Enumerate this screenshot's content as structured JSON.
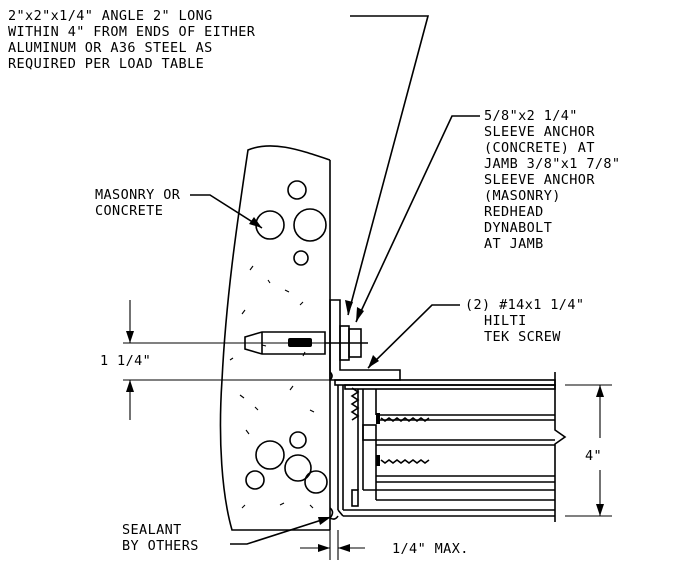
{
  "notes": {
    "angle": [
      "2\"x2\"x1/4\" ANGLE 2\" LONG",
      "WITHIN 4\" FROM ENDS OF EITHER",
      "ALUMINUM OR A36 STEEL AS",
      "REQUIRED PER LOAD TABLE"
    ],
    "anchor": [
      "5/8\"x2 1/4\"",
      "SLEEVE ANCHOR",
      "(CONCRETE) AT",
      "JAMB 3/8\"x1 7/8\"",
      "SLEEVE ANCHOR",
      "(MASONRY)",
      "REDHEAD",
      "DYNABOLT",
      "AT JAMB"
    ],
    "masonry": [
      "MASONRY OR",
      "CONCRETE"
    ],
    "screw": [
      "(2) #14x1 1/4\"",
      "HILTI",
      "TEK SCREW"
    ],
    "sealant": [
      "SEALANT",
      "BY OTHERS"
    ]
  },
  "dimensions": {
    "anchor_offset": "1 1/4\"",
    "frame_depth": "4\"",
    "gap": "1/4\" MAX."
  }
}
